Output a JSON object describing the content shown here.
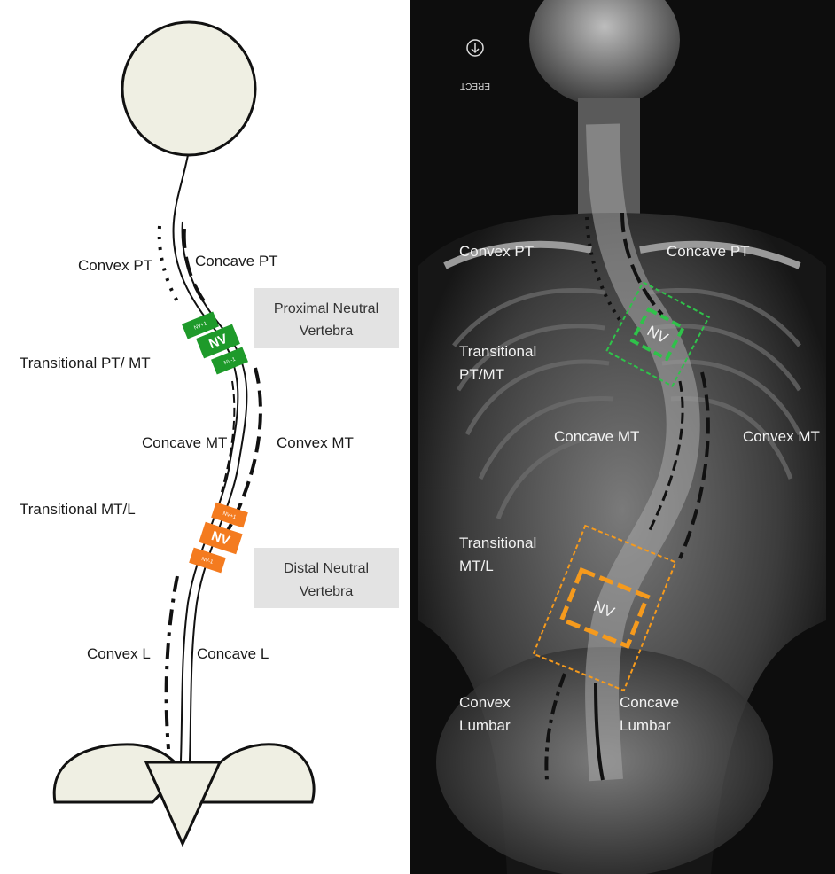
{
  "schematic": {
    "labels": {
      "convex_pt": "Convex PT",
      "concave_pt": "Concave PT",
      "transitional_pt_mt": "Transitional PT/ MT",
      "concave_mt": "Concave MT",
      "convex_mt": "Convex MT",
      "transitional_mt_l": "Transitional MT/L",
      "convex_l": "Convex L",
      "concave_l": "Concave L"
    },
    "proximal_box": {
      "line1": "Proximal Neutral",
      "line2": "Vertebra"
    },
    "distal_box": {
      "line1": "Distal Neutral",
      "line2": "Vertebra"
    },
    "nv_label": "NV",
    "nv_plus": "NV+1",
    "nv_minus": "NV-1",
    "colors": {
      "proximal": "#1e9a2a",
      "distal": "#f47b1f",
      "label_box": "#e3e3e3"
    }
  },
  "xray": {
    "marker": "ERECT",
    "labels": {
      "convex_pt": "Convex PT",
      "concave_pt": "Concave PT",
      "transitional_pt_1": "Transitional",
      "transitional_pt_2": "PT/MT",
      "concave_mt": "Concave MT",
      "convex_mt": "Convex MT",
      "transitional_mt_1": "Transitional",
      "transitional_mt_2": "MT/L",
      "convex_lumbar_1": "Convex",
      "convex_lumbar_2": "Lumbar",
      "concave_lumbar_1": "Concave",
      "concave_lumbar_2": "Lumbar"
    },
    "nv_label": "NV",
    "colors": {
      "proximal": "#2fc24a",
      "distal": "#f59a1d"
    }
  }
}
